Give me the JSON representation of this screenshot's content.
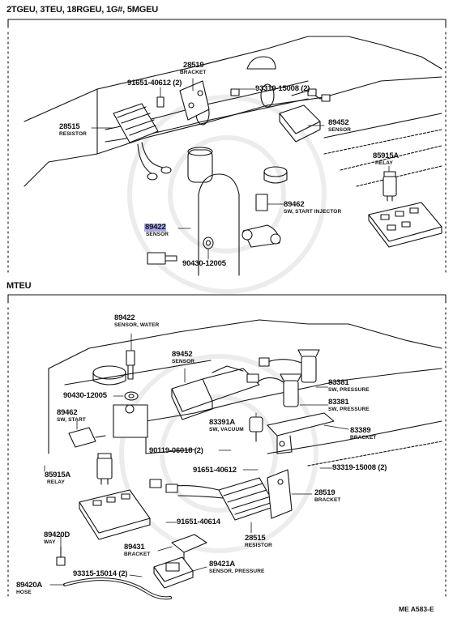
{
  "sections": {
    "top_title": "2TGEU, 3TEU, 18RGEU, 1G#, 5MGEU",
    "bottom_title": "MTEU"
  },
  "parts": {
    "p28519_top": {
      "pn": "28519",
      "desc": "BRACKET"
    },
    "p91651_top": {
      "pn": "91651-40612 (2)"
    },
    "p93319_top": {
      "pn": "93319-15008 (2)"
    },
    "p28515_top": {
      "pn": "28515",
      "desc": "RESISTOR"
    },
    "p89452_top": {
      "pn": "89452",
      "desc": "SENSOR"
    },
    "p85915A_top": {
      "pn": "85915A",
      "desc": "RELAY"
    },
    "p89462_top": {
      "pn": "89462",
      "desc": "SW, START INJECTOR"
    },
    "p89422_top": {
      "pn": "89422",
      "desc": "SENSOR"
    },
    "p90430_top": {
      "pn": "90430-12005"
    },
    "p89422_bot": {
      "pn": "89422",
      "desc": "SENSOR, WATER"
    },
    "p89452_bot": {
      "pn": "89452",
      "desc": "SENSOR"
    },
    "p83381_a": {
      "pn": "83381",
      "desc": "SW, PRESSURE"
    },
    "p83381_b": {
      "pn": "83381",
      "desc": "SW, PRESSURE"
    },
    "p90430_bot": {
      "pn": "90430-12005"
    },
    "p89462_bot": {
      "pn": "89462",
      "desc": "SW, START"
    },
    "p83391A": {
      "pn": "83391A",
      "desc": "SW, VACUUM"
    },
    "p83389": {
      "pn": "83389",
      "desc": "BRACKET"
    },
    "p90119": {
      "pn": "90119-06018 (2)"
    },
    "p85915A_bot": {
      "pn": "85915A",
      "desc": "RELAY"
    },
    "p91651_bot": {
      "pn": "91651-40612"
    },
    "p93319_bot": {
      "pn": "93319-15008 (2)"
    },
    "p28519_bot": {
      "pn": "28519",
      "desc": "BRACKET"
    },
    "p91651_b2": {
      "pn": "91651-40614"
    },
    "p28515_bot": {
      "pn": "28515",
      "desc": "RESISTOR"
    },
    "p89420D": {
      "pn": "89420D",
      "desc": "WAY"
    },
    "p89431": {
      "pn": "89431",
      "desc": "BRACKET"
    },
    "p89421A": {
      "pn": "89421A",
      "desc": "SENSOR, PRESSURE"
    },
    "p93315": {
      "pn": "93315-15014 (2)"
    },
    "p89420A": {
      "pn": "89420A",
      "desc": "HOSE"
    }
  },
  "footer": {
    "code": "ME  A583-E"
  },
  "colors": {
    "highlight": "#a9a9e8",
    "ink": "#111111"
  }
}
